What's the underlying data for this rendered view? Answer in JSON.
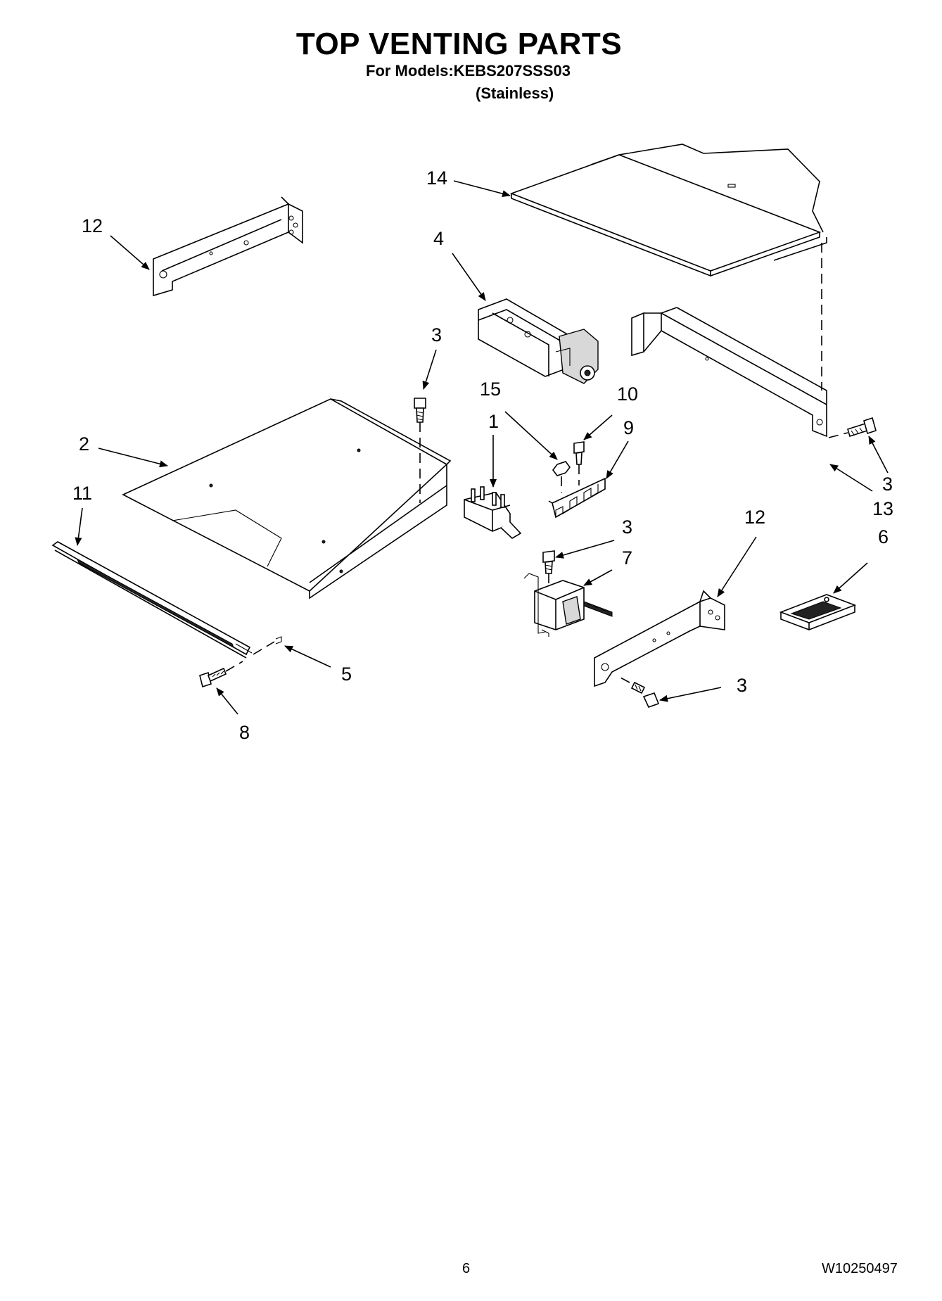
{
  "header": {
    "title": "TOP VENTING PARTS",
    "models": "For Models:KEBS207SSS03",
    "finish": "(Stainless)"
  },
  "callouts": {
    "c14": "14",
    "c12a": "12",
    "c4": "4",
    "c3a": "3",
    "c15": "15",
    "c10": "10",
    "c9": "9",
    "c1": "1",
    "c2": "2",
    "c11": "11",
    "c3b": "3",
    "c13": "13",
    "c3c": "3",
    "c7": "7",
    "c12b": "12",
    "c6": "6",
    "c5": "5",
    "c8": "8",
    "c3d": "3"
  },
  "footer": {
    "page_number": "6",
    "document_id": "W10250497"
  }
}
